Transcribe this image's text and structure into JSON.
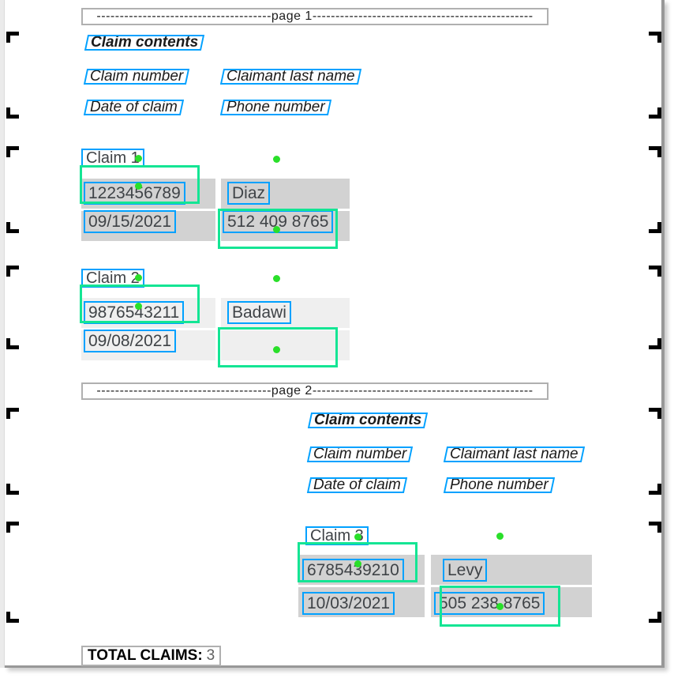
{
  "page1": {
    "header": "--------------------------------------page 1------------------------------------------------",
    "title": "Claim contents",
    "labels": {
      "claim_number": "Claim number",
      "claimant_last_name": "Claimant last name",
      "date_of_claim": "Date of claim",
      "phone_number": "Phone number"
    }
  },
  "page2": {
    "header": "--------------------------------------page 2------------------------------------------------",
    "title": "Claim contents",
    "labels": {
      "claim_number": "Claim number",
      "claimant_last_name": "Claimant last name",
      "date_of_claim": "Date of claim",
      "phone_number": "Phone number"
    }
  },
  "claims": [
    {
      "label": "Claim 1",
      "number": "1223456789",
      "last_name": "Diaz",
      "date": "09/15/2021",
      "phone": "512 409 8765"
    },
    {
      "label": "Claim 2",
      "number": "9876543211",
      "last_name": "Badawi",
      "date": "09/08/2021",
      "phone": ""
    },
    {
      "label": "Claim 3",
      "number": "6785439210",
      "last_name": "Levy",
      "date": "10/03/2021",
      "phone": "505 238 8765"
    }
  ],
  "footer": {
    "total_label": "TOTAL CLAIMS:",
    "total_value": "3"
  },
  "annotation_colors": {
    "field_box": "#00a1ff",
    "highlight_box": "#14e594",
    "tap_dot": "#2adf2a",
    "marker_orange": "#ffa513",
    "marker_green": "#14e594",
    "table_fill_dark": "#d2d2d2",
    "table_fill_light": "#efefef"
  }
}
